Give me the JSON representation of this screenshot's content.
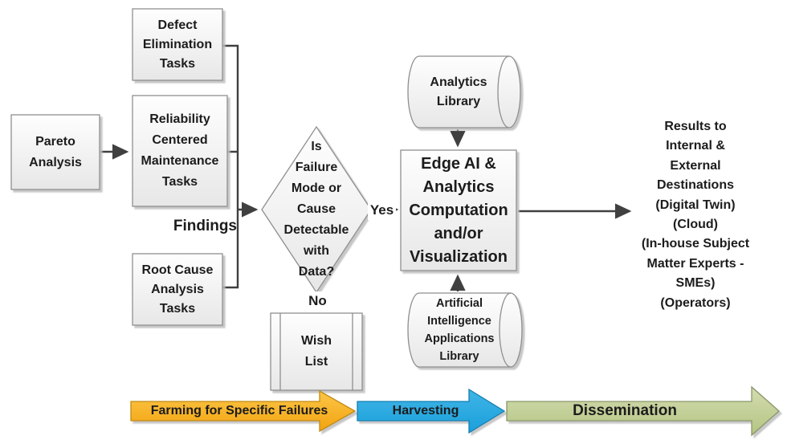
{
  "flowchart": {
    "pareto": "Pareto\nAnalysis",
    "defect": "Defect\nElimination\nTasks",
    "rcm": "Reliability\nCentered\nMaintenance\nTasks",
    "root_cause": "Root Cause\nAnalysis\nTasks",
    "findings": "Findings",
    "decision": "Is\nFailure\nMode or\nCause\nDetectable\nwith\nData?",
    "yes": "Yes",
    "no": "No",
    "wish_list": "Wish\nList",
    "analytics_library": "Analytics\nLibrary",
    "edge_ai": "Edge AI &\nAnalytics\nComputation\nand/or\nVisualization",
    "ai_library": "Artificial\nIntelligence\nApplications\nLibrary",
    "results": "Results to\nInternal &\nExternal\nDestinations\n(Digital Twin)\n(Cloud)\n(In-house Subject\nMatter Experts -\nSMEs)\n(Operators)"
  },
  "phases": [
    {
      "label": "Farming for Specific Failures",
      "color": "#F5A81C"
    },
    {
      "label": "Harvesting",
      "color": "#29A9E0"
    },
    {
      "label": "Dissemination",
      "color": "#BFCD96"
    }
  ],
  "colors": {
    "shape_fill_top": "#FDFDFD",
    "shape_fill_bottom": "#E8E8E8",
    "shape_border": "#8F8F8F",
    "connector": "#404040",
    "text": "#1C1C1C"
  }
}
